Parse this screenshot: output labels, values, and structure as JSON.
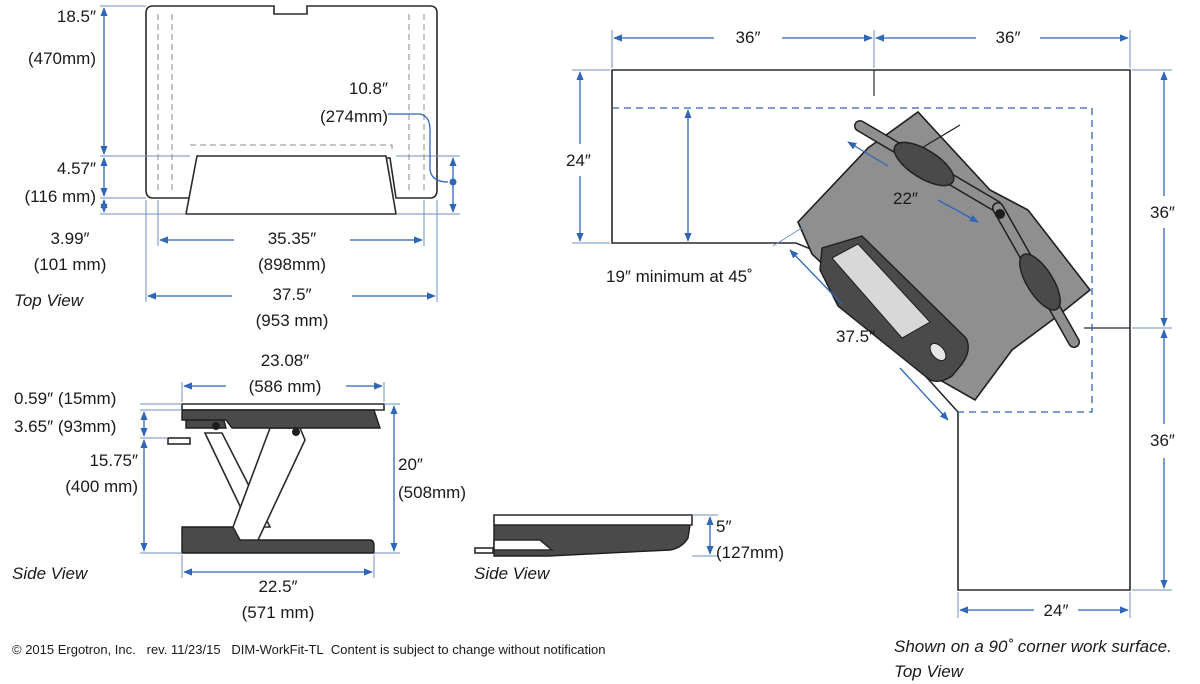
{
  "top_view": {
    "label": "Top View",
    "depth": {
      "in": "18.5″",
      "mm": "(470mm)"
    },
    "keyboard_depth": {
      "in": "10.8″",
      "mm": "(274mm)"
    },
    "front_offset": {
      "in": "4.57″",
      "mm": "(116 mm)"
    },
    "tray_inset": {
      "in": "3.99″",
      "mm": "(101 mm)"
    },
    "keyboard_width": {
      "in": "35.35″",
      "mm": "(898mm)"
    },
    "overall_width": {
      "in": "37.5″",
      "mm": "(953 mm)"
    }
  },
  "side_view_raised": {
    "label": "Side View",
    "top_thickness": "0.59″ (15mm)",
    "keyboard_height": "3.65″ (93mm)",
    "lift": {
      "in": "15.75″",
      "mm": "(400 mm)"
    },
    "top_depth": {
      "in": "23.08″",
      "mm": "(586 mm)"
    },
    "height": {
      "in": "20″",
      "mm": "(508mm)"
    },
    "base_depth": {
      "in": "22.5″",
      "mm": "(571 mm)"
    }
  },
  "side_view_lowered": {
    "label": "Side View",
    "height": {
      "in": "5″",
      "mm": "(127mm)"
    }
  },
  "corner_view": {
    "width_left": "36″",
    "width_right": "36″",
    "depth_left": "24″",
    "depth_right_top": "36″",
    "depth_right_bottom": "36″",
    "width_bottom": "24″",
    "monitor_span": "22″",
    "minimum_depth": "19″ minimum at 45˚",
    "unit_width": "37.5″",
    "caption_line1": "Shown on a 90˚ corner work surface.",
    "caption_line2": "Top View"
  },
  "footer": {
    "copyright": "© 2015 Ergotron, Inc.",
    "revision": "rev. 11/23/15",
    "doc_id": "DIM-WorkFit-TL",
    "notice": "Content is subject to change without notification"
  }
}
